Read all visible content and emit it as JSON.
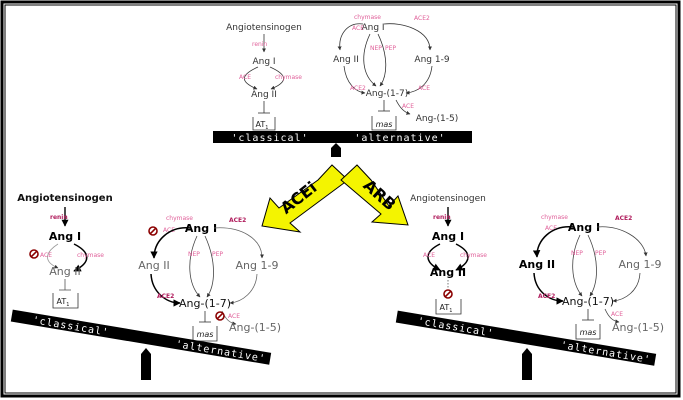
{
  "top": {
    "angiotensinogen": "Angiotensinogen",
    "renin": "renin",
    "ang1_left": "Ang I",
    "ace_left": "ACE",
    "chymase_left": "chymase",
    "ang2_left": "Ang II",
    "at1": "AT",
    "at1_sub": "1",
    "chymase_right": "chymase",
    "ace_right": "ACE",
    "ace2_right": "ACE2",
    "ang1_right": "Ang I",
    "ang2_right": "Ang II",
    "ang19": "Ang 1-9",
    "nep": "NEP",
    "pep": "PEP",
    "ace2_low": "ACE2",
    "ace_low": "ACE",
    "ang17": "Ang-(1-7)",
    "ace_15": "ACE",
    "ang15": "Ang-(1-5)",
    "mas": "mas",
    "classical": "'classical'",
    "alternative": "'alternative'"
  },
  "drugs": {
    "acei": "ACEi",
    "arb": "ARB"
  },
  "left": {
    "angiotensinogen": "Angiotensinogen",
    "renin": "renin",
    "ang1": "Ang I",
    "ace": "ACE",
    "chymase": "chymase",
    "ang2": "Ang II",
    "at1": "AT",
    "at1_sub": "1",
    "classical": "'classical'",
    "alternative": "'alternative'",
    "right_chymase": "chymase",
    "right_ace": "ACE",
    "right_ace2": "ACE2",
    "right_ang1": "Ang I",
    "right_ang2": "Ang II",
    "right_ang19": "Ang 1-9",
    "right_nep": "NEP",
    "right_pep": "PEP",
    "right_ace2_low": "ACE2",
    "right_ang17": "Ang-(1-7)",
    "right_ace_15": "ACE",
    "right_ang15": "Ang-(1-5)",
    "right_mas": "mas"
  },
  "right": {
    "angiotensinogen": "Angiotensinogen",
    "renin": "renin",
    "ang1": "Ang I",
    "ace": "ACE",
    "chymase": "chymase",
    "ang2": "Ang II",
    "at1": "AT",
    "at1_sub": "1",
    "classical": "'classical'",
    "alternative": "'alternative'",
    "right_chymase": "chymase",
    "right_ace": "ACE",
    "right_ace2": "ACE2",
    "right_ang1": "Ang I",
    "right_ang2": "Ang II",
    "right_ang19": "Ang 1-9",
    "right_nep": "NEP",
    "right_pep": "PEP",
    "right_ace2_low": "ACE2",
    "right_ang17": "Ang-(1-7)",
    "right_ace_15": "ACE",
    "right_ang15": "Ang-(1-5)",
    "right_mas": "mas"
  },
  "colors": {
    "beam": "#000000",
    "arrow_fill": "#f4f400",
    "enzyme": "#e0609a",
    "inhibit": "#8b0000"
  }
}
